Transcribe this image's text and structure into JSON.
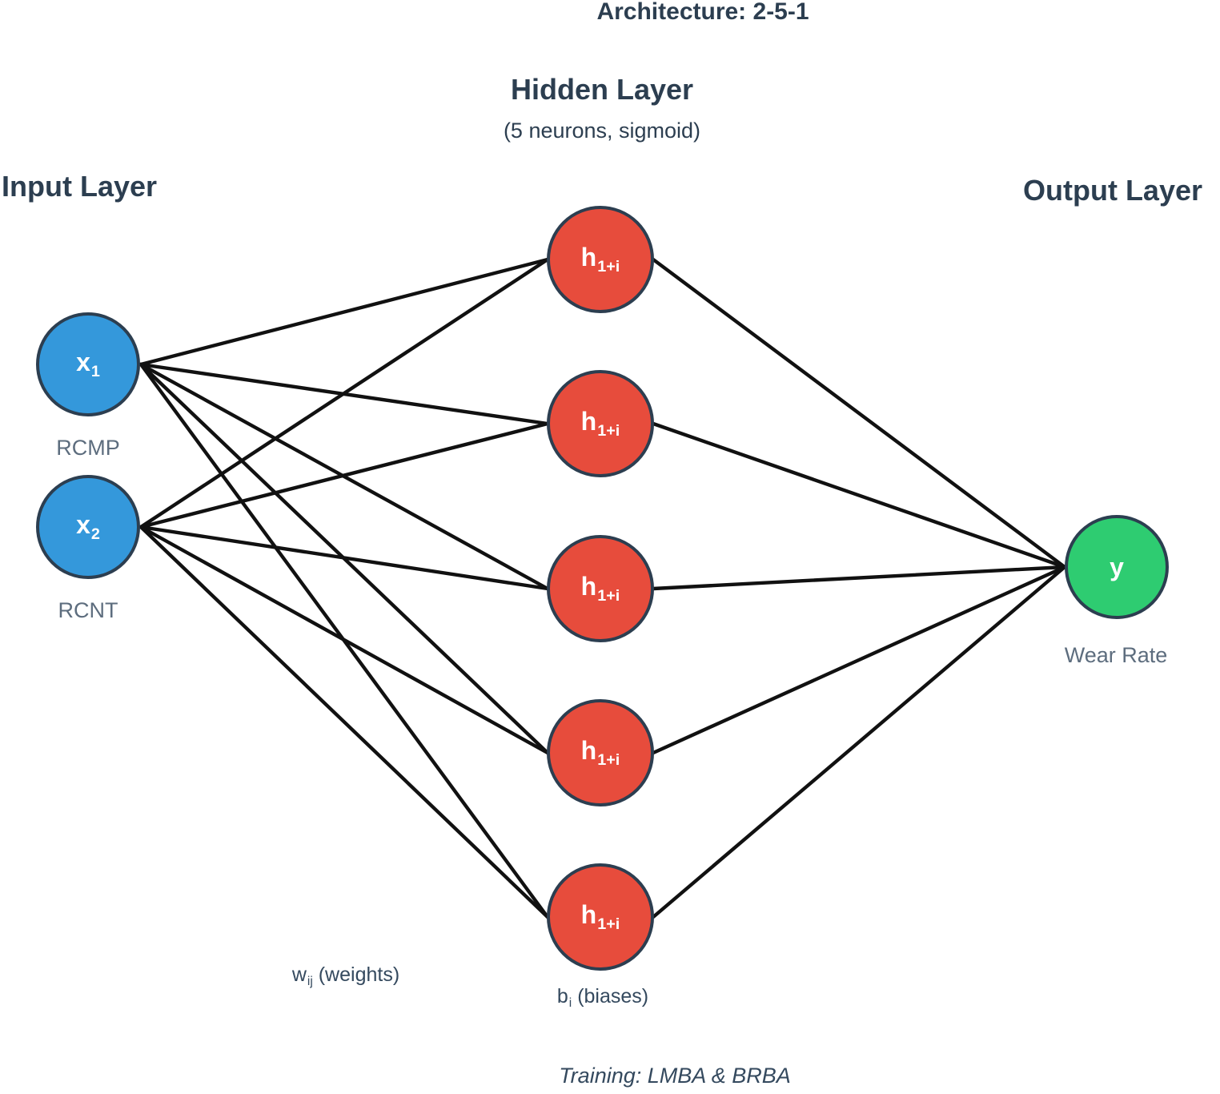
{
  "header": {
    "architecture_title": "Architecture: 2-5-1"
  },
  "layers": {
    "input": {
      "title": "Input Layer"
    },
    "hidden": {
      "title": "Hidden Layer",
      "subtitle": "(5 neurons, sigmoid)"
    },
    "output": {
      "title": "Output Layer"
    }
  },
  "nodes": {
    "inputs": [
      {
        "base": "x",
        "sub": "1",
        "caption": "RCMP"
      },
      {
        "base": "x",
        "sub": "2",
        "caption": "RCNT"
      }
    ],
    "hidden": [
      {
        "base": "h",
        "sub": "1+i"
      },
      {
        "base": "h",
        "sub": "1+i"
      },
      {
        "base": "h",
        "sub": "1+i"
      },
      {
        "base": "h",
        "sub": "1+i"
      },
      {
        "base": "h",
        "sub": "1+i"
      }
    ],
    "output": {
      "label": "y",
      "caption": "Wear Rate"
    }
  },
  "annotations": {
    "weights": {
      "base": "w",
      "sub": "ij",
      "suffix": " (weights)"
    },
    "biases": {
      "base": "b",
      "sub": "i",
      "suffix": " (biases)"
    },
    "training": "Training: LMBA & BRBA"
  },
  "colors": {
    "input_node": "#3498db",
    "hidden_node": "#e74c3c",
    "output_node": "#2ecc71",
    "node_border": "#2c3e50",
    "edge": "#111111",
    "heading_text": "#2c3e50",
    "caption_text": "#5d6d7e"
  }
}
